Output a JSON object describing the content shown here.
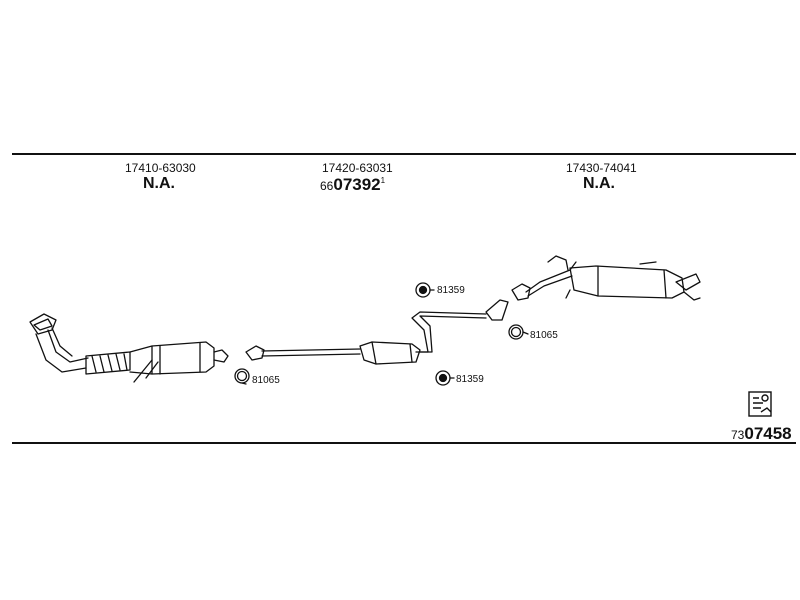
{
  "header_parts": [
    {
      "part_number": "17410-63030",
      "status": "N.A."
    },
    {
      "part_number": "17420-63031",
      "ref_prefix": "66",
      "ref_main": "07392",
      "ref_suffix": "1"
    },
    {
      "part_number": "17430-74041",
      "status": "N.A."
    }
  ],
  "callouts": {
    "gasket_a": "81359",
    "gasket_b": "81065",
    "gasket_c": "81065",
    "gasket_d": "81359"
  },
  "system_ref": {
    "prefix": "73",
    "main": "07458"
  },
  "colors": {
    "ink": "#111111",
    "background": "#ffffff"
  },
  "icons": {
    "catalog": "clipboard-icon"
  }
}
